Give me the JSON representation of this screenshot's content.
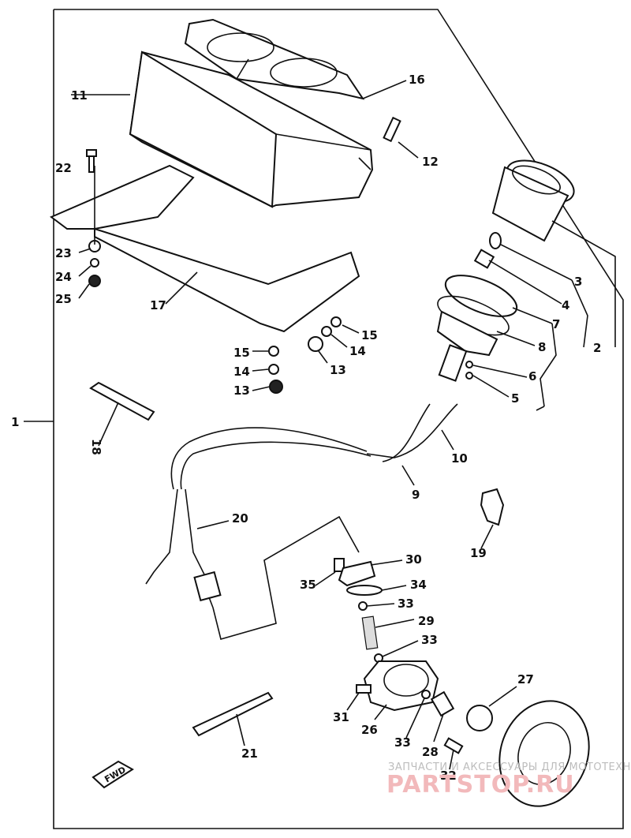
{
  "callouts": {
    "n1": "1",
    "n2": "2",
    "n3": "3",
    "n4": "4",
    "n5": "5",
    "n6": "6",
    "n7": "7",
    "n8": "8",
    "n9": "9",
    "n10": "10",
    "n11": "11",
    "n12": "12",
    "n13a": "13",
    "n13b": "13",
    "n14a": "14",
    "n14b": "14",
    "n15a": "15",
    "n15b": "15",
    "n16": "16",
    "n17": "17",
    "n18": "18",
    "n19": "19",
    "n20": "20",
    "n21": "21",
    "n22": "22",
    "n23": "23",
    "n24": "24",
    "n25": "25",
    "n26": "26",
    "n27": "27",
    "n28": "28",
    "n29": "29",
    "n30": "30",
    "n31": "31",
    "n32": "32",
    "n33a": "33",
    "n33b": "33",
    "n33c": "33",
    "n34": "34",
    "n35": "35"
  },
  "arrow_text": "FWD",
  "watermark": {
    "line1": "ЗАПЧАСТИ И АКСЕССУАРЫ ДЛЯ МОТОТЕХНИКИ",
    "line2": "PARTSTOP.RU"
  }
}
